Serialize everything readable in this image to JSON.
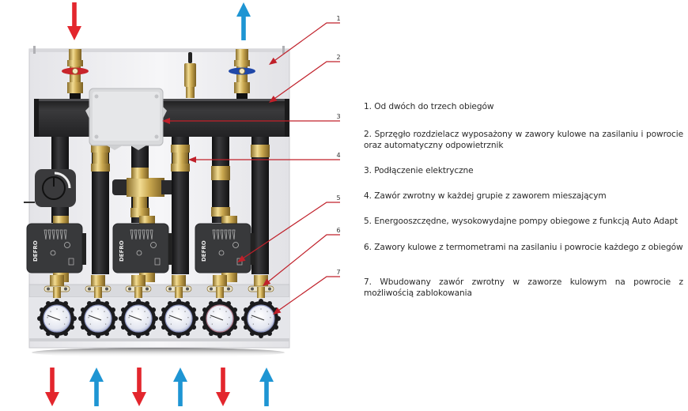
{
  "title": "Diagram of a pump group module with manifold (three heating circuits)",
  "colors": {
    "supply_arrow": "#e3262d",
    "return_arrow": "#1e95d3",
    "leader_line": "#c0202a",
    "manifold": "#2d2d2f",
    "pipe": "#1f1f21",
    "brass": "#c9ad5a",
    "panel": "#f1f1f3"
  },
  "flow_arrows": {
    "top": [
      {
        "direction": "down",
        "type": "supply"
      },
      {
        "direction": "up",
        "type": "return"
      }
    ],
    "bottom": [
      {
        "direction": "down",
        "type": "supply"
      },
      {
        "direction": "up",
        "type": "return"
      },
      {
        "direction": "down",
        "type": "supply"
      },
      {
        "direction": "up",
        "type": "return"
      },
      {
        "direction": "down",
        "type": "supply"
      },
      {
        "direction": "up",
        "type": "return"
      }
    ]
  },
  "callouts": [
    "1",
    "2",
    "3",
    "4",
    "5",
    "6",
    "7"
  ],
  "pumps": [
    {
      "brand": "DEFRO"
    },
    {
      "brand": "DEFRO"
    },
    {
      "brand": "DEFRO"
    }
  ],
  "legend": [
    {
      "number": "1.",
      "text": "Od dwóch do trzech obiegów"
    },
    {
      "number": "2.",
      "text": "Sprzęgło rozdzielacz wyposażony w zawory kulowe na zasilaniu i powrocie oraz automatyczny odpowietrznik"
    },
    {
      "number": "3.",
      "text": "Podłączenie elektryczne"
    },
    {
      "number": "4.",
      "text": "Zawór zwrotny w każdej grupie z zaworem mieszającym"
    },
    {
      "number": "5.",
      "text": "Energooszczędne, wysokowydajne pompy obiegowe z funkcją Auto Adapt"
    },
    {
      "number": "6.",
      "text": "Zawory kulowe z termometrami na zasilaniu i powrocie każdego z obiegów"
    },
    {
      "number": "7.",
      "text": "Wbudowany zawór zwrotny w zaworze kulowym na powrocie z możliwością zablokowania"
    }
  ]
}
